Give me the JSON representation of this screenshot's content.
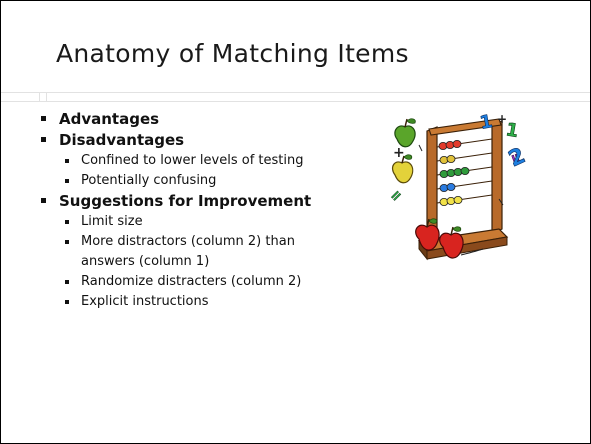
{
  "slide": {
    "title": "Anatomy of Matching Items",
    "bullets": [
      {
        "label": "Advantages",
        "sub": []
      },
      {
        "label": "Disadvantages",
        "sub": [
          "Confined to lower levels of testing",
          "Potentially confusing"
        ]
      },
      {
        "label": "Suggestions for Improvement",
        "sub": [
          "Limit size",
          "More distractors (column 2) than",
          "answers (column 1)",
          "Randomize distracters (column 2)",
          "Explicit instructions"
        ]
      }
    ]
  },
  "clipart": {
    "icon": "abacus-apples-icon",
    "glyphs": {
      "one_a": "1",
      "plus_a": "+",
      "one_b": "1",
      "equals_a": "=",
      "two": "2",
      "plus_b": "+",
      "equals_b": "="
    },
    "colors": {
      "apple_red": "#d8241f",
      "apple_green": "#5aa52a",
      "apple_yellow": "#e3d23a",
      "frame_wood": "#b86a2a",
      "frame_dark": "#6b3b15",
      "digit_blue": "#1e7fe0",
      "digit_purple": "#9b2fc0"
    }
  }
}
